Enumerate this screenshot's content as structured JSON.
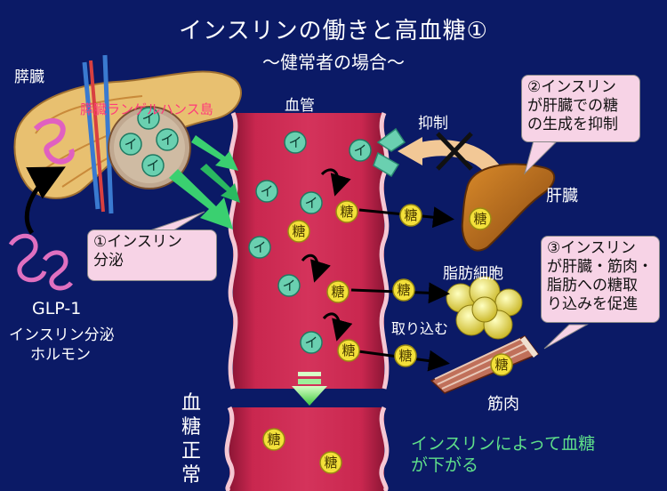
{
  "title": "インスリンの働きと高血糖①",
  "subtitle": "～健常者の場合～",
  "labels": {
    "pancreas": "膵臓",
    "islet": "膵臓ランゲルハンス島",
    "vessel": "血管",
    "suppress": "抑制",
    "liver": "肝臓",
    "fat_cell": "脂肪細胞",
    "uptake": "取り込む",
    "muscle": "筋肉",
    "glp1": "GLP-1",
    "glp1_desc_1": "インスリン分泌",
    "glp1_desc_2": "ホルモン",
    "normal_glucose": [
      "血",
      "糖",
      "正",
      "常"
    ],
    "conclusion_1": "インスリンによって血糖",
    "conclusion_2": "が下がる"
  },
  "callouts": {
    "c1": [
      "①インスリン",
      "分泌"
    ],
    "c2": [
      "②インスリン",
      "が肝臓での糖",
      "の生成を抑制"
    ],
    "c3": [
      "③インスリン",
      "が肝臓・筋肉・",
      "脂肪への糖取",
      "り込みを促進"
    ]
  },
  "glyphs": {
    "insulin": "イ",
    "sugar": "糖"
  },
  "colors": {
    "background": "#0b1a66",
    "vessel": "#c2214a",
    "insulin": "#6ad0b0",
    "sugar": "#f3e03a",
    "conclusion": "#5fe08a",
    "islet_label": "#ff3a7a",
    "callout": "#f7d3e6"
  }
}
